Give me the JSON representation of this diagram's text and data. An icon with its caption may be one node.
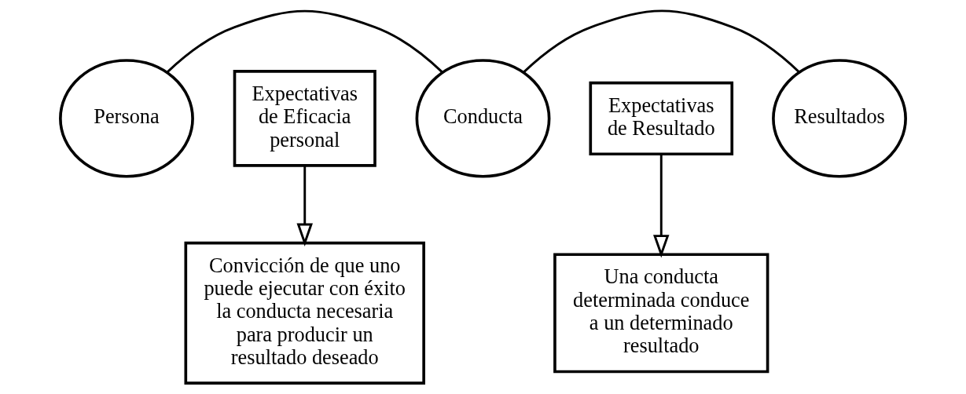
{
  "diagram": {
    "nodes": [
      {
        "text": [
          "Persona"
        ]
      },
      {
        "text": [
          "Expectativas de Eficacia personal"
        ]
      },
      {
        "text": [
          "Conducta"
        ]
      },
      {
        "text": [
          "Expectativas de Resultado"
        ]
      },
      {
        "text": [
          "Resultados"
        ]
      },
      {
        "text": [
          "Convicción de que uno puede ejecutar con éxito la conducta necesaria para producir un resultado deseado"
        ]
      },
      {
        "text": [
          "Una conducta determinada conduce a un determinado resultado"
        ]
      }
    ],
    "edges": [
      {
        "from": 0,
        "to": 2,
        "arrow": "none"
      },
      {
        "from": 2,
        "to": 4,
        "arrow": "none"
      },
      {
        "from": 1,
        "to": 5,
        "arrow": "to"
      },
      {
        "from": 3,
        "to": 6,
        "arrow": "to"
      }
    ]
  }
}
